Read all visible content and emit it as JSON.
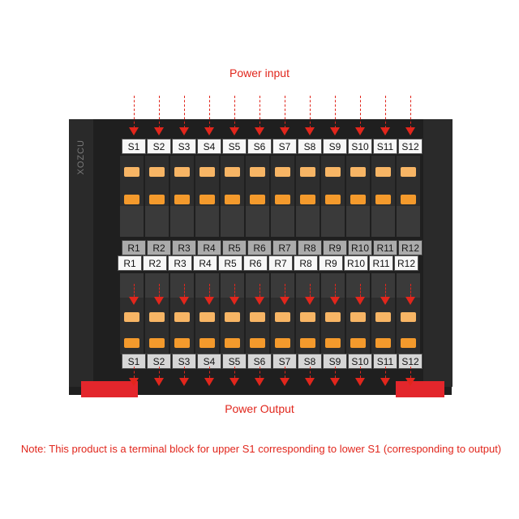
{
  "title_input": "Power input",
  "title_output": "Power Output",
  "note": "Note: This product is a terminal block for upper S1 corresponding to lower S1 (corresponding to output)",
  "brand": "XOZCU",
  "top_labels": [
    "S1",
    "S2",
    "S3",
    "S4",
    "S5",
    "S6",
    "S7",
    "S8",
    "S9",
    "S10",
    "S11",
    "S12"
  ],
  "mid_labels": [
    "R1",
    "R2",
    "R3",
    "R4",
    "R5",
    "R6",
    "R7",
    "R8",
    "R9",
    "R10",
    "R11",
    "R12"
  ],
  "bottom_labels": [
    "S1",
    "S2",
    "S3",
    "S4",
    "S5",
    "S6",
    "S7",
    "S8",
    "S9",
    "S10",
    "S11",
    "S12"
  ],
  "colors": {
    "accent": "#e1261c",
    "lever": "#f49a2c",
    "body": "#1f1f1f",
    "foot": "#e3262c"
  }
}
